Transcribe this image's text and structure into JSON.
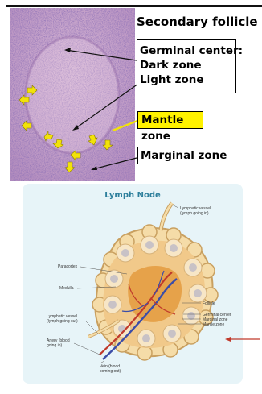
{
  "top": {
    "title": "Secondary follicle",
    "germinal_box": {
      "line1": "Germinal center:",
      "line2": "Dark zone",
      "line3": "Light zone"
    },
    "mantle_label": "Mantle zone",
    "marginal_label": "Marginal zone"
  },
  "diagram": {
    "title": "Lymph Node",
    "labels": {
      "lymph_in_1": "Lymphatic vessel",
      "lymph_in_2": "(lymph going in)",
      "paracortex": "Paracortex",
      "medulla": "Medulla",
      "lymph_out_1": "Lymphatic vessel",
      "lymph_out_2": "(lymph going out)",
      "artery_1": "Artery (blood",
      "artery_2": "going in)",
      "vein_1": "Vein (blood",
      "vein_2": "coming out)",
      "follicle": "Follicle",
      "germinal_center": "Germinal center",
      "marginal_zone": "Marginal zone",
      "mantle_zone": "Mantle zone"
    }
  },
  "colors": {
    "highlight": "#fff200",
    "arrow_yellow": "#f2e20a",
    "red_arrow": "#c0392b",
    "panel_bg": "#e7f4f8",
    "title_teal": "#2e7f9c"
  }
}
